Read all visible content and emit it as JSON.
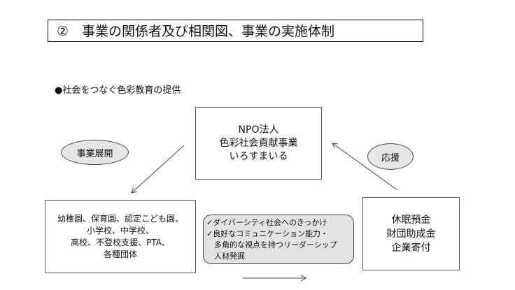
{
  "title": "②　事業の関係者及び相関図、事業の実施体制",
  "bullet": "●社会をつなぐ色彩教育の提供",
  "npo": {
    "line1": "NPO法人",
    "line2": "色彩社会貢献事業",
    "line3": "いろすまいる"
  },
  "ellipse_left": "事業展開",
  "ellipse_right": "応援",
  "left_box": {
    "line1": "幼稚園、保育園、認定こども園、",
    "line2": "小学校、中学校、",
    "line3": "高校、不登校支援、PTA、",
    "line4": "各種団体"
  },
  "right_box": {
    "line1": "休眠預金",
    "line2": "財団助成金",
    "line3": "企業寄付"
  },
  "middle_box": {
    "line1": "✓ダイバーシティ社会へのきっかけ",
    "line2": "✓良好なコミュニケーション能力・",
    "line3": "　多角的な視点を持つリーダーシップ",
    "line4": "　人材発掘"
  }
}
